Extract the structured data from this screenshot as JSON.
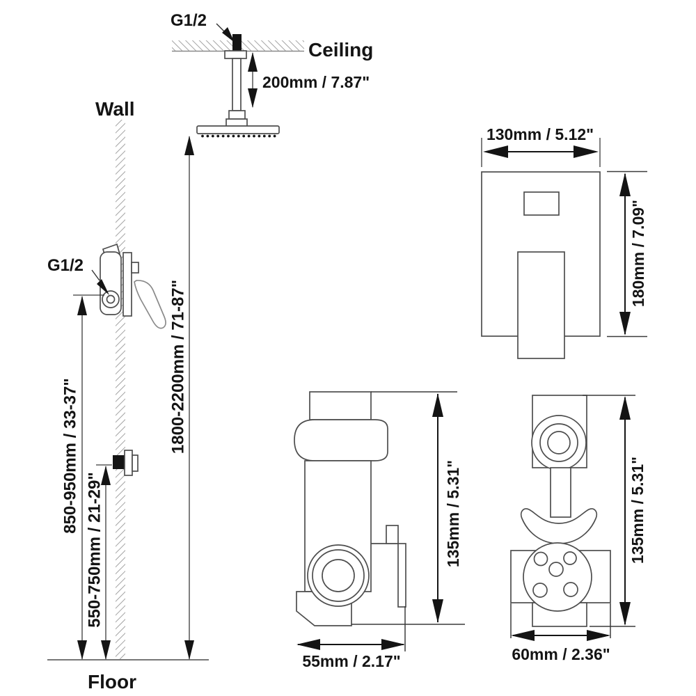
{
  "labels": {
    "ceiling": "Ceiling",
    "wall": "Wall",
    "floor": "Floor",
    "ceiling_thread": "G1/2",
    "valve_thread": "G1/2"
  },
  "dimensions": {
    "shower_arm_length": "200mm / 7.87\"",
    "shower_head_height": "1800-2200mm / 71-87\"",
    "mixer_valve_height": "850-950mm / 33-37\"",
    "water_outlet_height": "550-750mm / 21-29\"",
    "plate_width": "130mm / 5.12\"",
    "plate_height": "180mm / 7.09\"",
    "valve_side_width": "55mm / 2.17\"",
    "valve_side_height": "135mm / 5.31\"",
    "valve_front_width": "60mm / 2.36\"",
    "valve_front_height": "135mm / 5.31\""
  },
  "colors": {
    "outline": "#4d4d4d",
    "dimension_line": "#3a3a3a",
    "text": "#141414",
    "hatch": "#999999",
    "lever": "#8a8a8a"
  }
}
